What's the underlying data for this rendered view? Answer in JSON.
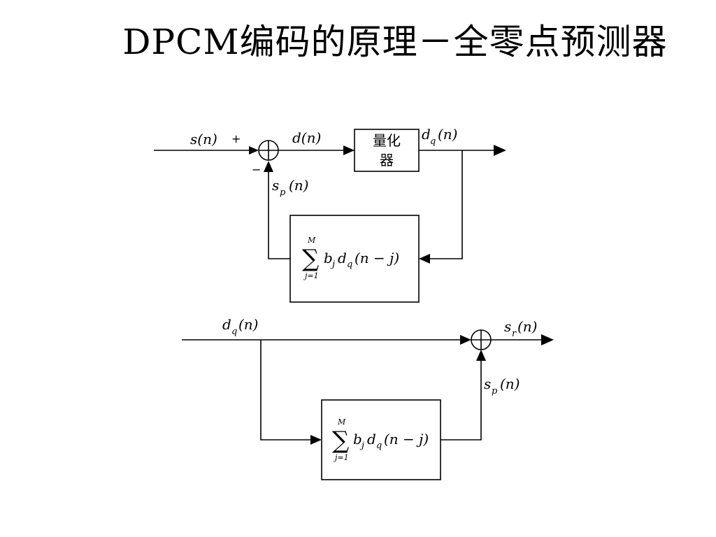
{
  "title": "DPCM编码的原理－全零点预测器",
  "encoder": {
    "input_label": "s(n)",
    "plus_sign": "+",
    "minus_sign": "−",
    "error_label": "d(n)",
    "quantizer_line1": "量化",
    "quantizer_line2": "器",
    "quant_out_label": "d",
    "quant_out_sub": "q",
    "quant_out_arg": "(n)",
    "pred_label": "s",
    "pred_sub": "p",
    "pred_arg": "(n)",
    "predictor": {
      "sum_upper": "M",
      "sum_lower": "j=1",
      "b": "b",
      "b_sub": "j",
      "d": "d",
      "d_sub": "q",
      "arg": "(n − j)"
    }
  },
  "decoder": {
    "input_label": "d",
    "input_sub": "q",
    "input_arg": "(n)",
    "output_label": "s",
    "output_sub": "r",
    "output_arg": "(n)",
    "pred_label": "s",
    "pred_sub": "p",
    "pred_arg": "(n)",
    "predictor": {
      "sum_upper": "M",
      "sum_lower": "j=1",
      "b": "b",
      "b_sub": "j",
      "d": "d",
      "d_sub": "q",
      "arg": "(n − j)"
    }
  }
}
